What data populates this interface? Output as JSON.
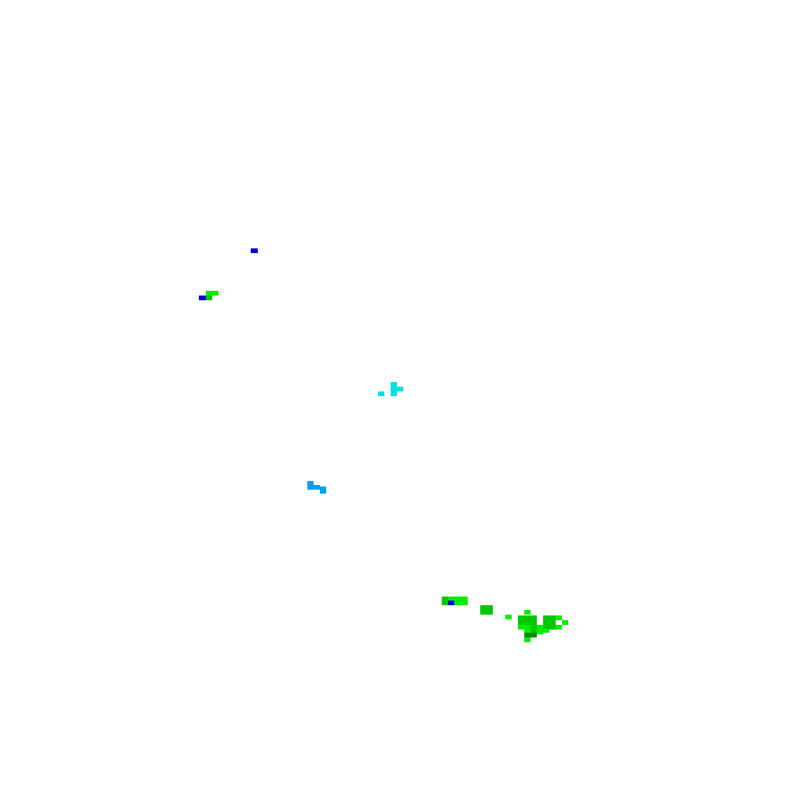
{
  "palette": {
    "background": "#ffffff",
    "light_green": "#00ee00",
    "green": "#00c800",
    "dark_green": "#009000",
    "blue": "#0000e0",
    "cyan": "#00e0e0",
    "light_blue": "#00a0f0"
  },
  "echo_groups": [
    {
      "name": "echo-blue-isolated",
      "cells": [
        {
          "color": "blue"
        }
      ]
    },
    {
      "name": "echo-small-cluster-west",
      "cells": [
        {
          "color": "light_green"
        },
        {
          "color": "light_green"
        },
        {
          "color": "blue"
        },
        {
          "color": "green"
        }
      ]
    },
    {
      "name": "echo-cyan-center",
      "cells": [
        {
          "color": "cyan"
        },
        {
          "color": "cyan"
        },
        {
          "color": "cyan"
        },
        {
          "color": "cyan"
        },
        {
          "color": "cyan"
        }
      ]
    },
    {
      "name": "echo-light-blue",
      "cells": [
        {
          "color": "light_blue"
        },
        {
          "color": "light_blue"
        },
        {
          "color": "light_blue"
        },
        {
          "color": "light_blue"
        }
      ]
    },
    {
      "name": "echo-cluster-southeast",
      "cells": [
        {
          "color": "green"
        },
        {
          "color": "light_green"
        },
        {
          "color": "light_green"
        },
        {
          "color": "light_green"
        },
        {
          "color": "green"
        },
        {
          "color": "blue"
        },
        {
          "color": "light_green"
        },
        {
          "color": "light_green"
        },
        {
          "color": "green"
        },
        {
          "color": "green"
        },
        {
          "color": "green"
        },
        {
          "color": "green"
        },
        {
          "color": "light_green"
        },
        {
          "color": "light_green"
        },
        {
          "color": "green"
        },
        {
          "color": "green"
        },
        {
          "color": "green"
        },
        {
          "color": "green"
        },
        {
          "color": "green"
        },
        {
          "color": "light_green"
        },
        {
          "color": "green"
        },
        {
          "color": "green"
        },
        {
          "color": "green"
        },
        {
          "color": "green"
        },
        {
          "color": "green"
        },
        {
          "color": "light_green"
        },
        {
          "color": "light_green"
        },
        {
          "color": "light_green"
        },
        {
          "color": "green"
        },
        {
          "color": "light_green"
        },
        {
          "color": "green"
        },
        {
          "color": "green"
        },
        {
          "color": "light_green"
        },
        {
          "color": "light_green"
        },
        {
          "color": "light_green"
        },
        {
          "color": "green"
        },
        {
          "color": "light_green"
        },
        {
          "color": "light_green"
        },
        {
          "color": "green"
        },
        {
          "color": "dark_green"
        },
        {
          "color": "dark_green"
        },
        {
          "color": "light_green"
        }
      ]
    }
  ]
}
